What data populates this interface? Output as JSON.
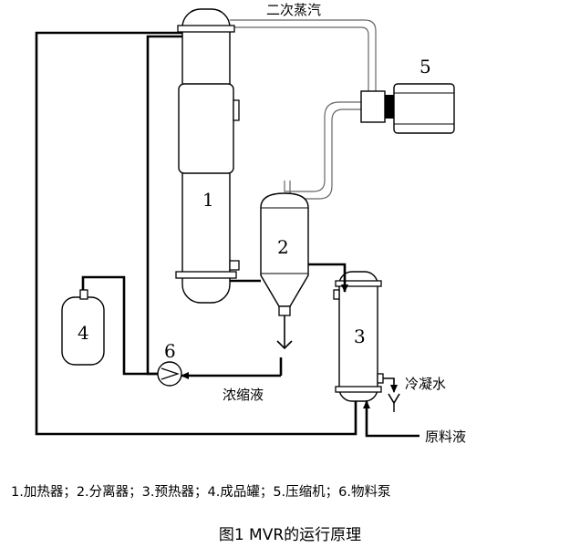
{
  "labels": {
    "secondary_steam": "二次蒸汽",
    "concentrate": "浓缩液",
    "cooling_water": "冷凝水",
    "feed": "原料液"
  },
  "units": [
    {
      "num": "1"
    },
    {
      "num": "2"
    },
    {
      "num": "3"
    },
    {
      "num": "4"
    },
    {
      "num": "5"
    },
    {
      "num": "6"
    }
  ],
  "legend": "1.加热器；2.分离器；3.预热器；4.成品罐；5.压缩机；6.物料泵",
  "caption": "图1 MVR的运行原理"
}
